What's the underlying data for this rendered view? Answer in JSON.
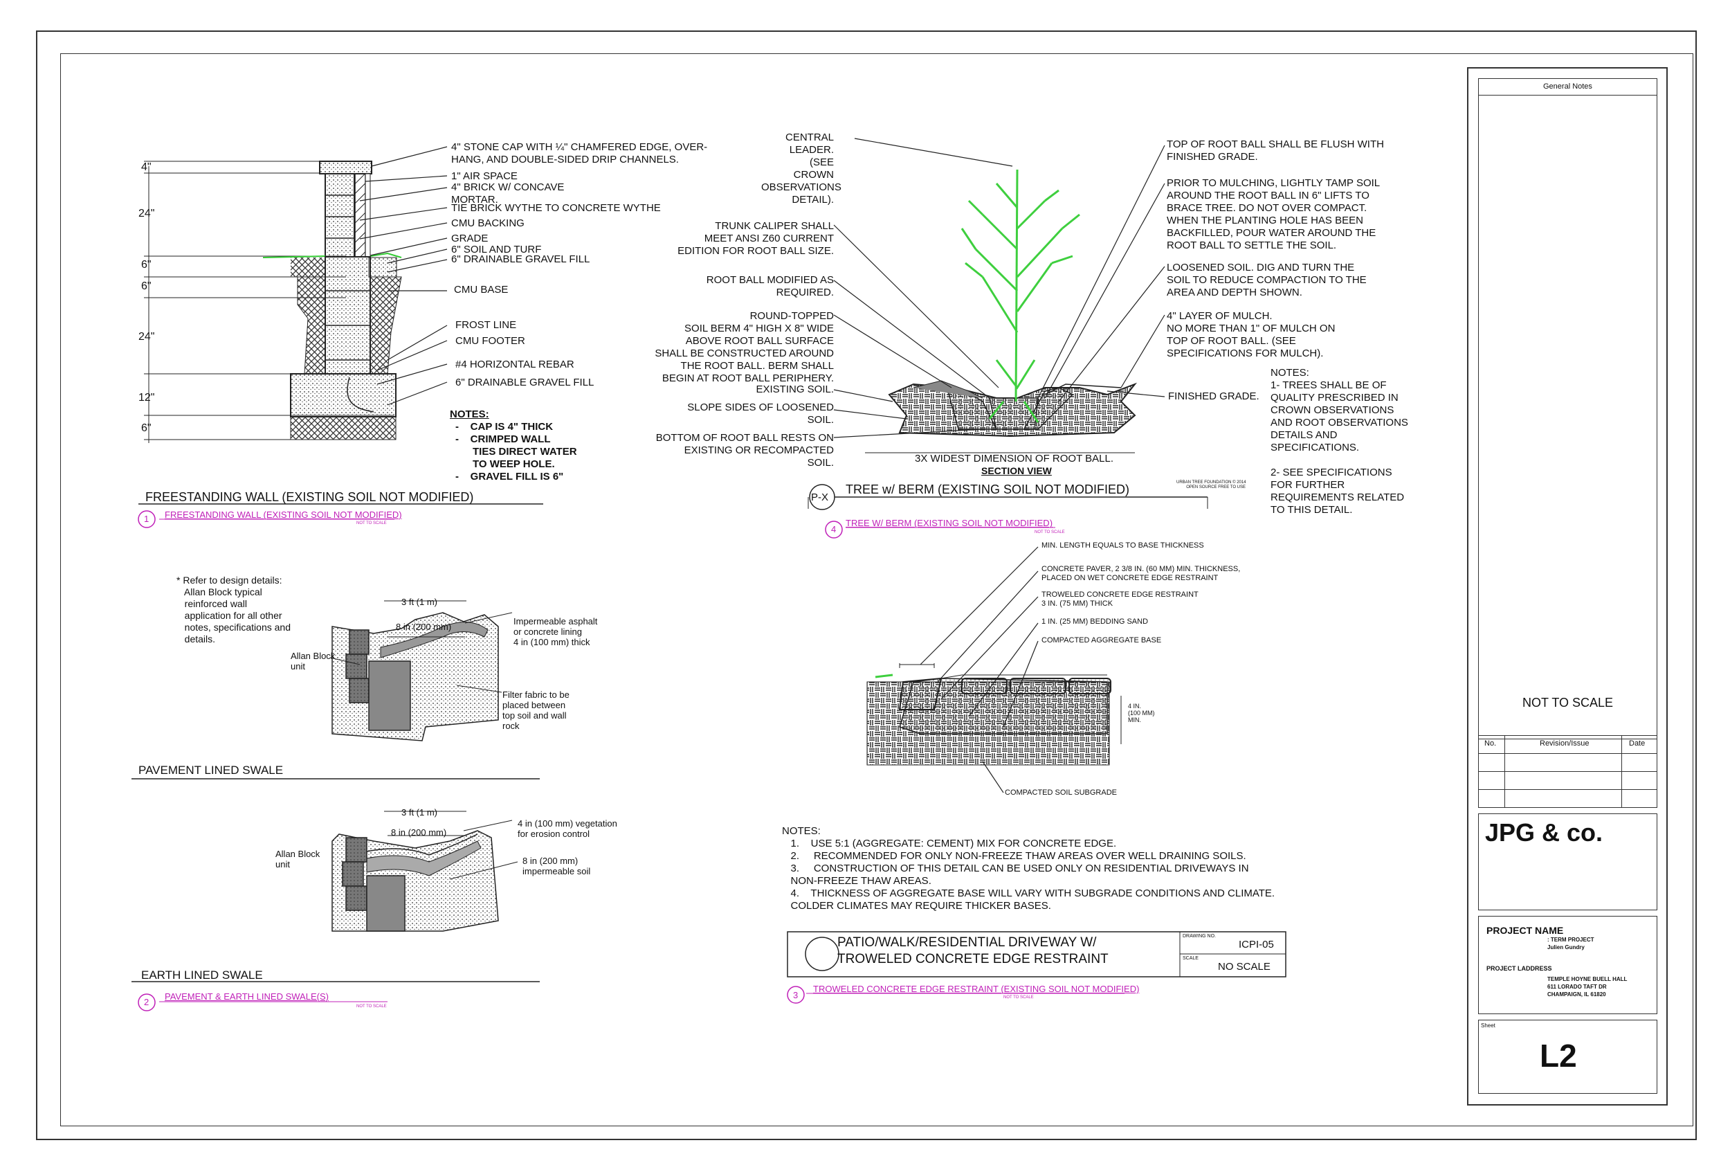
{
  "titleblock": {
    "general_notes": "General Notes",
    "not_to_scale": "NOT TO SCALE",
    "rev_no": "No.",
    "rev_issue": "Revision/Issue",
    "rev_date": "Date",
    "firm": "JPG & co.",
    "project_name_label": "PROJECT NAME",
    "project_name_1": ": TERM PROJECT",
    "project_name_2": "Julien Gundry",
    "project_address_label": "PROJECT LADDRESS",
    "address_1": "TEMPLE HOYNE BUELL HALL",
    "address_2": "611 LORADO TAFT DR",
    "address_3": "CHAMPAIGN, IL 61820",
    "sheet_label": "Sheet",
    "sheet_no": "L2"
  },
  "wall": {
    "dims": [
      "4\"",
      "24\"",
      "6\"",
      "6\"",
      "24\"",
      "12\"",
      "6\""
    ],
    "labels": [
      "4\" STONE CAP WITH ¼\" CHAMFERED EDGE, OVER-\nHANG, AND DOUBLE-SIDED DRIP CHANNELS.",
      "1\" AIR SPACE",
      "4\" BRICK W/ CONCAVE\nMORTAR.",
      "TIE BRICK WYTHE TO CONCRETE WYTHE",
      "CMU BACKING",
      "GRADE",
      "6\" SOIL AND TURF",
      "6\" DRAINABLE GRAVEL FILL",
      "CMU BASE",
      "FROST LINE",
      "CMU FOOTER",
      "#4 HORIZONTAL REBAR",
      "6\" DRAINABLE GRAVEL FILL"
    ],
    "notes_title": "NOTES:",
    "notes": [
      "-    CAP IS 4\" THICK",
      "-    CRIMPED WALL\n      TIES DIRECT WATER\n      TO WEEP HOLE.",
      "-    GRAVEL FILL IS 6\""
    ],
    "title": "FREESTANDING WALL (EXISTING SOIL NOT MODIFIED)",
    "callout_no": "1",
    "callout": "FREESTANDING WALL (EXISTING SOIL NOT MODIFIED)",
    "callout_scale": "NOT TO SCALE"
  },
  "swale": {
    "refer_note": "* Refer to design details:\n   Allan Block typical\n   reinforced wall\n   application for all other\n   notes, specifications and\n   details.",
    "p_dim1": "3 ft (1 m)",
    "p_dim2": "8 in (200 mm)",
    "p_allan": "Allan Block\nunit",
    "p_lining": "Impermeable asphalt\nor concrete lining\n4 in (100 mm) thick",
    "p_fabric": "Filter fabric to be\nplaced between\ntop soil and wall\nrock",
    "pavement_title": "PAVEMENT LINED SWALE",
    "e_dim1": "3 ft (1 m)",
    "e_dim2": "8 in (200 mm)",
    "e_allan": "Allan Block\nunit",
    "e_veg": "4 in (100 mm) vegetation\nfor erosion control",
    "e_soil": "8 in (200 mm)\nimpermeable soil",
    "earth_title": "EARTH LINED SWALE",
    "callout_no": "2",
    "callout": "PAVEMENT & EARTH LINED SWALE(S)",
    "callout_scale": "NOT TO SCALE"
  },
  "tree": {
    "left_labels": [
      "CENTRAL\nLEADER.\n(SEE\nCROWN\nOBSERVATIONS\nDETAIL).",
      "TRUNK CALIPER SHALL\nMEET ANSI Z60 CURRENT\nEDITION FOR ROOT BALL SIZE.",
      "ROOT BALL MODIFIED AS\nREQUIRED.",
      "ROUND-TOPPED\nSOIL BERM 4\" HIGH X 8\" WIDE\nABOVE ROOT BALL SURFACE\nSHALL BE CONSTRUCTED AROUND\nTHE ROOT BALL. BERM SHALL\nBEGIN AT ROOT BALL PERIPHERY.",
      "EXISTING SOIL.",
      "SLOPE SIDES OF LOOSENED\nSOIL.",
      "BOTTOM OF ROOT BALL RESTS ON\nEXISTING OR RECOMPACTED\nSOIL."
    ],
    "right_labels": [
      "TOP OF ROOT BALL SHALL BE FLUSH WITH\nFINISHED GRADE.",
      "PRIOR TO MULCHING, LIGHTLY TAMP SOIL\nAROUND THE ROOT BALL IN 6\" LIFTS TO\nBRACE TREE. DO NOT OVER COMPACT.\nWHEN THE PLANTING HOLE HAS BEEN\nBACKFILLED, POUR WATER AROUND THE\nROOT BALL TO SETTLE THE SOIL.",
      "LOOSENED SOIL. DIG AND TURN THE\nSOIL TO REDUCE COMPACTION TO THE\nAREA AND DEPTH SHOWN.",
      "4\" LAYER OF MULCH.\nNO MORE THAN 1\" OF MULCH ON\nTOP OF ROOT BALL. (SEE\nSPECIFICATIONS FOR MULCH).",
      "FINISHED GRADE."
    ],
    "notes": "NOTES:\n1- TREES SHALL BE OF\nQUALITY PRESCRIBED IN\nCROWN OBSERVATIONS\nAND ROOT OBSERVATIONS\nDETAILS AND\nSPECIFICATIONS.\n\n2- SEE SPECIFICATIONS\nFOR FURTHER\nREQUIREMENTS RELATED\nTO THIS DETAIL.",
    "widest": "3X WIDEST DIMENSION OF ROOT BALL.",
    "section_view": "SECTION VIEW",
    "px": "P-X",
    "title": "TREE w/ BERM (EXISTING SOIL NOT MODIFIED)",
    "credit": "URBAN TREE FOUNDATION © 2014\nOPEN SOURCE FREE TO USE",
    "callout_no": "4",
    "callout": "TREE W/ BERM (EXISTING SOIL NOT MODIFIED)",
    "callout_scale": "NOT TO SCALE"
  },
  "paver": {
    "labels": [
      "MIN. LENGTH EQUALS TO BASE THICKNESS",
      "CONCRETE PAVER, 2 3/8 IN. (60 MM) MIN. THICKNESS,\nPLACED ON WET CONCRETE EDGE RESTRAINT",
      "TROWELED CONCRETE EDGE RESTRAINT\n3 IN. (75 MM) THICK",
      "1 IN. (25 MM) BEDDING SAND",
      "COMPACTED AGGREGATE BASE",
      "COMPACTED SOIL SUBGRADE"
    ],
    "dim": "4 IN.\n(100 MM)\nMIN.",
    "notes": "NOTES:\n   1.    USE 5:1 (AGGREGATE: CEMENT) MIX FOR CONCRETE EDGE.\n   2.     RECOMMENDED FOR ONLY NON-FREEZE THAW AREAS OVER WELL DRAINING SOILS.\n   3.     CONSTRUCTION OF THIS DETAIL CAN BE USED ONLY ON RESIDENTIAL DRIVEWAYS IN\n   NON-FREEZE THAW AREAS.\n   4.    THICKNESS OF AGGREGATE BASE WILL VARY WITH SUBGRADE CONDITIONS AND CLIMATE.\n   COLDER CLIMATES MAY REQUIRE THICKER BASES.",
    "title": "PATIO/WALK/RESIDENTIAL DRIVEWAY W/\nTROWELED CONCRETE EDGE RESTRAINT",
    "drawing_no_label": "DRAWING NO.",
    "drawing_no": "ICPI-05",
    "scale_label": "SCALE",
    "scale": "NO SCALE",
    "callout_no": "3",
    "callout": "TROWELED CONCRETE EDGE RESTRAINT (EXISTING SOIL NOT MODIFIED)",
    "callout_scale": "NOT TO SCALE"
  }
}
